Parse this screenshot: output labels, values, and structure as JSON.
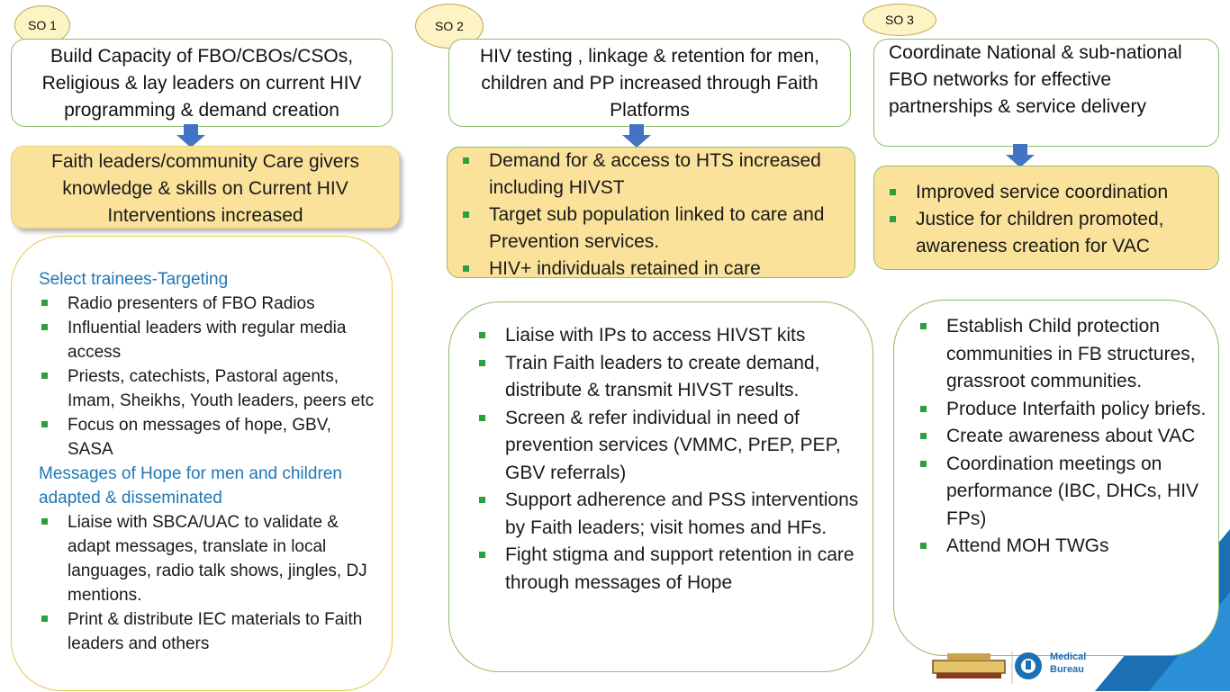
{
  "so1": {
    "tag": "SO 1",
    "objective": "Build Capacity of FBO/CBOs/CSOs, Religious & lay leaders on current HIV programming & demand creation",
    "result": "Faith leaders/community Care givers knowledge & skills on Current HIV Interventions increased",
    "section1_title": "Select trainees-Targeting",
    "section1_items": [
      "Radio presenters of FBO Radios",
      "Influential leaders with regular media access",
      "Priests, catechists, Pastoral agents, Imam, Sheikhs, Youth leaders, peers etc",
      "Focus on messages of hope, GBV, SASA"
    ],
    "section2_title": "Messages of Hope for men and children adapted & disseminated",
    "section2_items": [
      "Liaise with SBCA/UAC to validate & adapt messages, translate in local languages, radio talk shows, jingles, DJ mentions.",
      "Print & distribute IEC materials to Faith leaders and others"
    ]
  },
  "so2": {
    "tag": "SO 2",
    "objective": "HIV testing , linkage & retention for men, children and PP increased through Faith Platforms",
    "results": [
      "Demand for & access to HTS increased including HIVST",
      "Target sub population linked to care and Prevention services.",
      "HIV+ individuals retained in care"
    ],
    "activities": [
      "Liaise with IPs to access HIVST kits",
      "Train Faith leaders to create demand, distribute & transmit HIVST results.",
      "Screen & refer individual in need of prevention services (VMMC, PrEP, PEP, GBV referrals)",
      "Support adherence and PSS interventions by Faith leaders; visit homes and HFs.",
      "Fight stigma and support retention in care through messages of Hope"
    ]
  },
  "so3": {
    "tag": "SO 3",
    "objective": "Coordinate National & sub-national FBO networks for effective partnerships & service delivery",
    "results": [
      "Improved service coordination",
      "Justice for children promoted, awareness creation for VAC"
    ],
    "activities": [
      "Establish Child protection communities in FB structures, grassroot communities.",
      "Produce Interfaith policy briefs.",
      "Create awareness about VAC",
      "Coordination meetings on performance (IBC, DHCs, HIV FPs)",
      "Attend MOH TWGs"
    ]
  },
  "logo": {
    "text_line1": "Medical",
    "text_line2": "Bureau"
  },
  "colors": {
    "bullet": "#2e9e3f",
    "arrow": "#4472c4",
    "result_fill": "#fbe29b",
    "tag_fill": "#fdf3c4",
    "subhead": "#1f77b4",
    "corner": "#1b6fb3"
  }
}
